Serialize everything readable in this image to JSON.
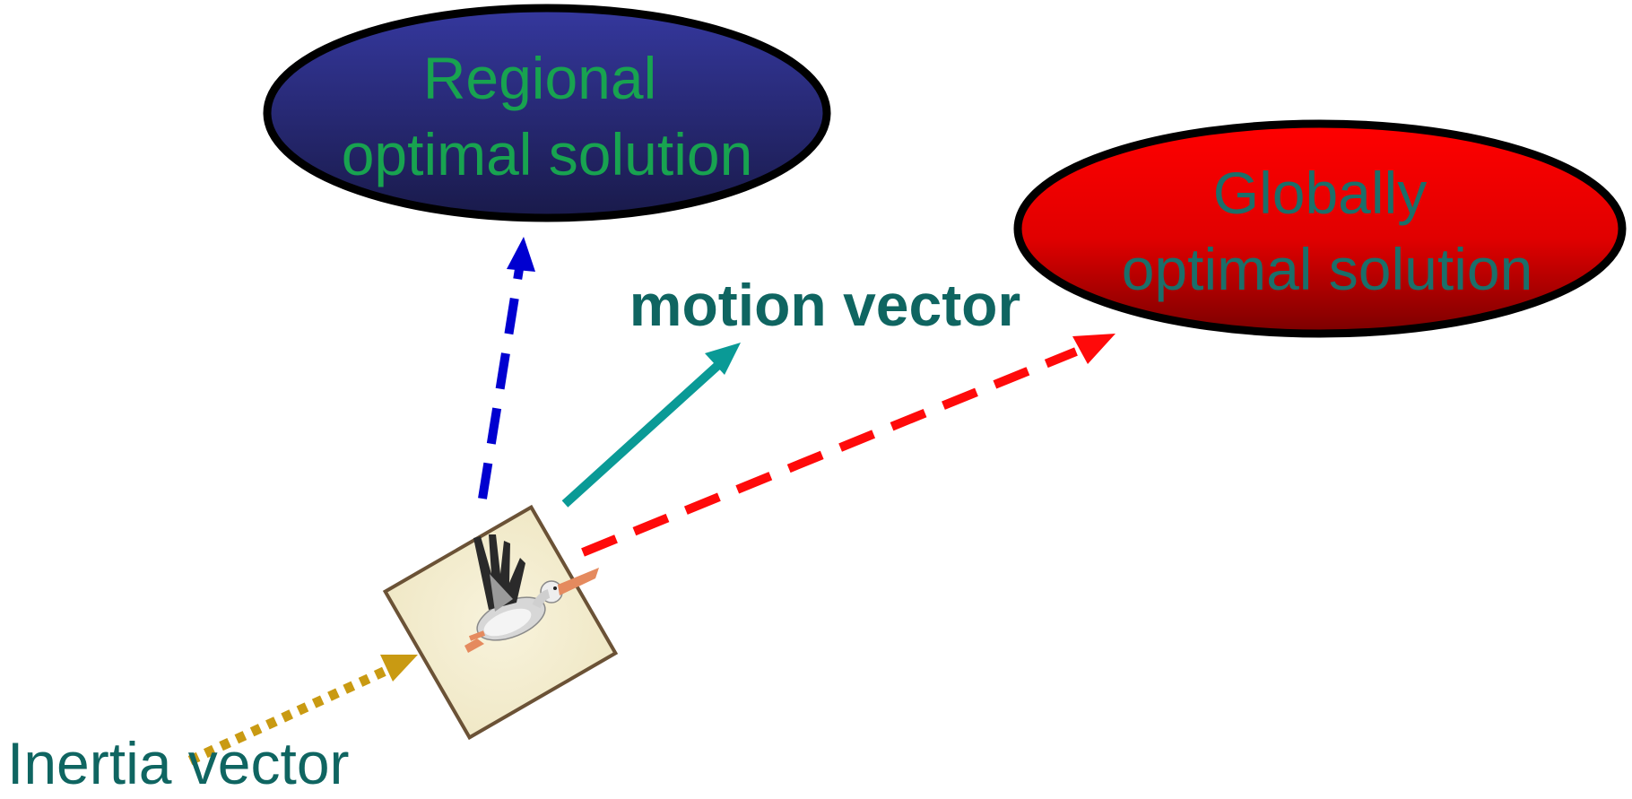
{
  "regional": {
    "line1": "Regional",
    "line2": "optimal solution",
    "fill_top": "#35389e",
    "fill_bottom": "#191a4a",
    "text_color": "#18a350"
  },
  "global": {
    "line1": "Globally",
    "line2": "optimal solution",
    "fill_top": "#ff0000",
    "fill_bottom": "#7a0000",
    "text_color": "#1b6f6a"
  },
  "labels": {
    "motion": "motion vector",
    "inertia": "Inertia vector"
  },
  "arrows": {
    "regional_color": "#0000d0",
    "global_color": "#ff0a0a",
    "motion_color": "#0a9a96",
    "inertia_color": "#c99a12"
  },
  "icons": {
    "particle": "pelican-icon"
  }
}
